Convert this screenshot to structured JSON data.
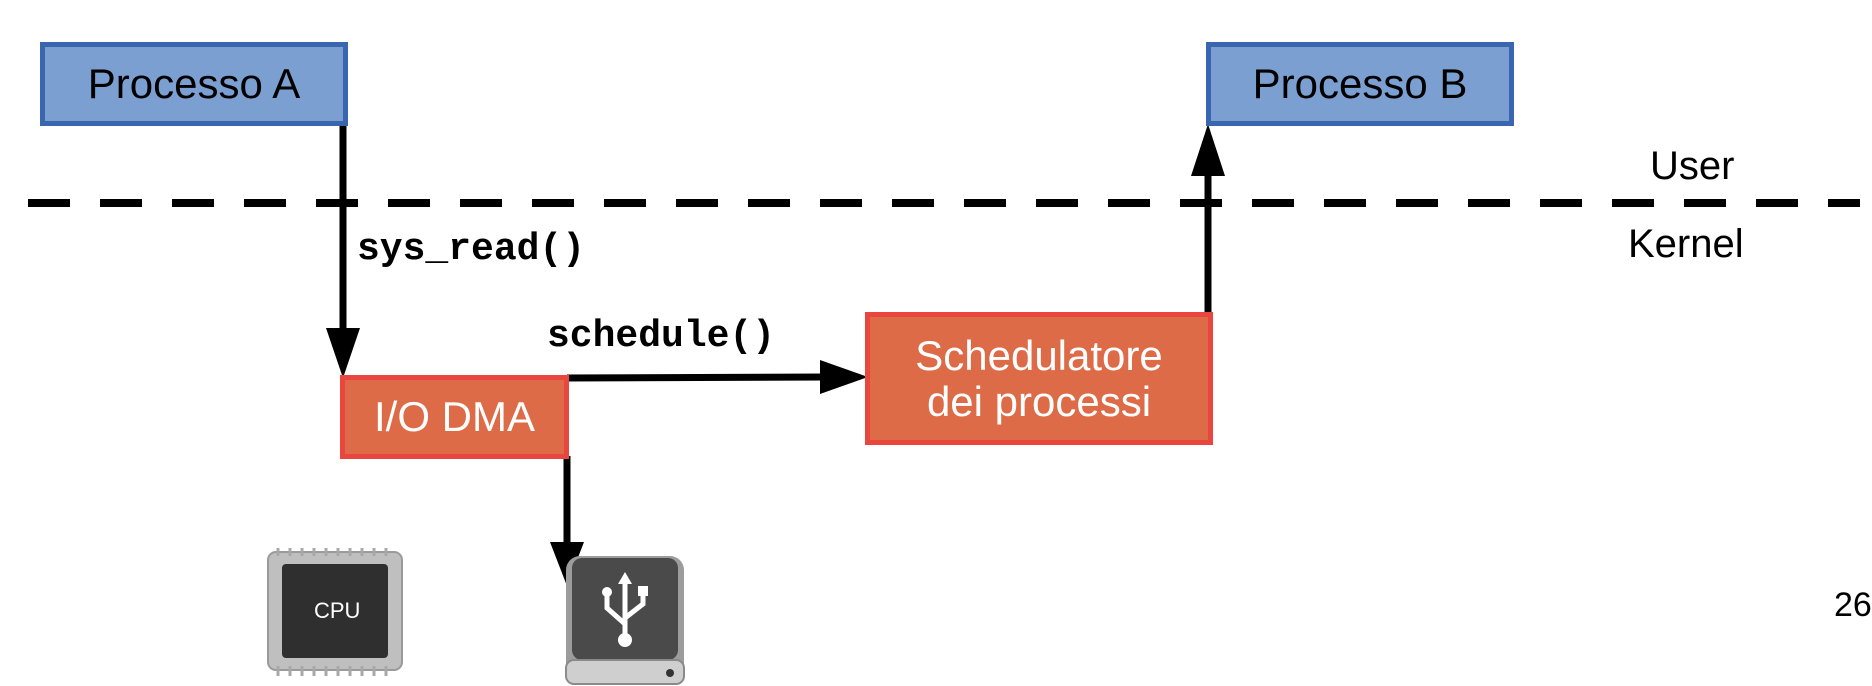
{
  "boxes": {
    "process_a": "Processo A",
    "process_b": "Processo B",
    "io_dma": "I/O DMA",
    "scheduler_line1": "Schedulatore",
    "scheduler_line2": "dei processi"
  },
  "calls": {
    "sys_read": "sys_read()",
    "schedule": "schedule()"
  },
  "regions": {
    "user": "User",
    "kernel": "Kernel"
  },
  "devices": {
    "cpu_label": "CPU",
    "cpu_icon": "cpu-chip-icon",
    "usb_icon": "usb-drive-icon"
  },
  "page_number": "26"
}
